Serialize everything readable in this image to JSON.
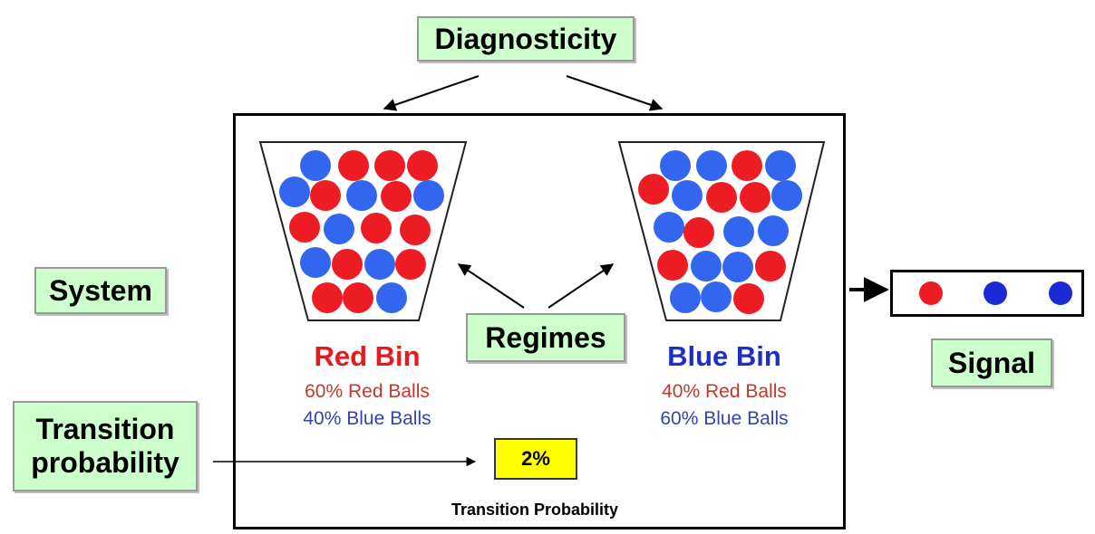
{
  "labels": {
    "diagnosticity": "Diagnosticity",
    "system": "System",
    "regimes": "Regimes",
    "signal": "Signal",
    "transition": "Transition probability"
  },
  "bins": {
    "red": {
      "title": "Red Bin",
      "line1": "60% Red Balls",
      "line2": "40% Blue Balls"
    },
    "blue": {
      "title": "Blue Bin",
      "line1": "40% Red Balls",
      "line2": "60% Blue Balls"
    }
  },
  "transition_value": "2%",
  "transition_caption": "Transition Probability",
  "signal_sequence": [
    "red",
    "blue",
    "blue"
  ],
  "colors": {
    "red_ball": "#ee1c24",
    "blue_ball": "#3366ee",
    "label_fill": "#ccffcc",
    "prob_fill": "#ffff00"
  }
}
